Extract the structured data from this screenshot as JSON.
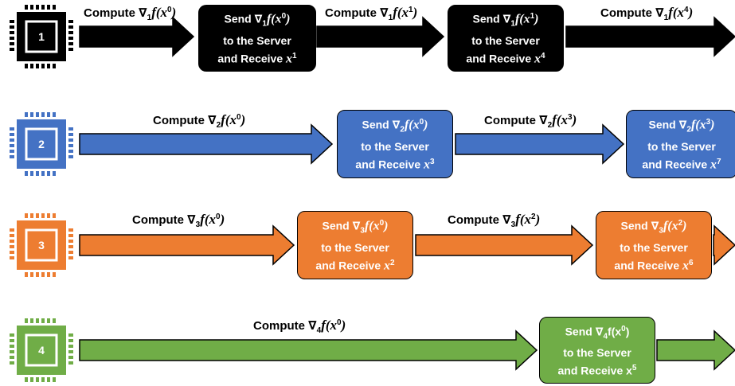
{
  "rows": [
    {
      "id": 1,
      "color": "#000000",
      "chip_label": "1",
      "computes": [
        {
          "text": "Compute ∇₁f(x⁰)",
          "grad_sub": "1",
          "point_sup": "0"
        },
        {
          "text": "Compute ∇₁f(x¹)",
          "grad_sub": "1",
          "point_sup": "1"
        },
        {
          "text": "Compute ∇₁f(x⁴)",
          "grad_sub": "1",
          "point_sup": "4"
        }
      ],
      "boxes": [
        {
          "line1_prefix": "Send ∇",
          "grad_sub": "1",
          "point_sup": "0",
          "line2": "to the Server",
          "line3_prefix": "and Receive ",
          "recv_sup": "1"
        },
        {
          "line1_prefix": "Send ∇",
          "grad_sub": "1",
          "point_sup": "1",
          "line2": "to the Server",
          "line3_prefix": "and Receive ",
          "recv_sup": "4"
        }
      ]
    },
    {
      "id": 2,
      "color": "#4472C4",
      "chip_label": "2",
      "computes": [
        {
          "text": "Compute ∇₂f(x⁰)",
          "grad_sub": "2",
          "point_sup": "0"
        },
        {
          "text": "Compute ∇₂f(x³)",
          "grad_sub": "2",
          "point_sup": "3"
        }
      ],
      "boxes": [
        {
          "line1_prefix": "Send ∇",
          "grad_sub": "2",
          "point_sup": "0",
          "line2": "to the Server",
          "line3_prefix": "and Receive ",
          "recv_sup": "3"
        },
        {
          "line1_prefix": "Send ∇",
          "grad_sub": "2",
          "point_sup": "3",
          "line2": "to the Server",
          "line3_prefix": "and Receive ",
          "recv_sup": "7"
        }
      ]
    },
    {
      "id": 3,
      "color": "#ED7D31",
      "chip_label": "3",
      "computes": [
        {
          "text": "Compute ∇₃f(x⁰)",
          "grad_sub": "3",
          "point_sup": "0"
        },
        {
          "text": "Compute ∇₃f(x²)",
          "grad_sub": "3",
          "point_sup": "2"
        }
      ],
      "boxes": [
        {
          "line1_prefix": "Send ∇",
          "grad_sub": "3",
          "point_sup": "0",
          "line2": "to the Server",
          "line3_prefix": "and Receive ",
          "recv_sup": "2"
        },
        {
          "line1_prefix": "Send ∇",
          "grad_sub": "3",
          "point_sup": "2",
          "line2": "to the Server",
          "line3_prefix": "and Receive ",
          "recv_sup": "6"
        }
      ]
    },
    {
      "id": 4,
      "color": "#70AD47",
      "chip_label": "4",
      "computes": [
        {
          "text": "Compute ∇₄f(x⁰)",
          "grad_sub": "4",
          "point_sup": "0"
        }
      ],
      "boxes": [
        {
          "line1_prefix": "Send ∇",
          "grad_sub": "4",
          "point_sup": "0",
          "line2": "to the Server",
          "line3_prefix": "and Receive ",
          "recv_sup": "5",
          "upright": true
        }
      ]
    }
  ],
  "text_common": {
    "compute_word": "Compute",
    "f_symbol": "f",
    "x_symbol": "x",
    "nabla": "∇"
  }
}
